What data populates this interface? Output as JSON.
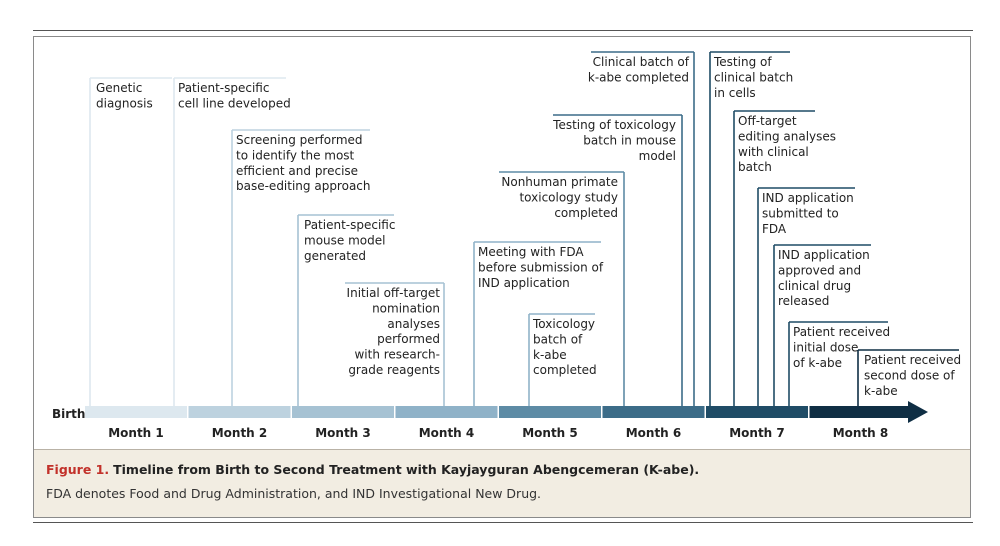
{
  "diagram": {
    "start_label": "Birth",
    "months": [
      "Month 1",
      "Month 2",
      "Month 3",
      "Month 4",
      "Month 5",
      "Month 6",
      "Month 7",
      "Month 8"
    ],
    "month_colors": [
      "#dde8ef",
      "#bdd2df",
      "#a6c2d3",
      "#8fb2c8",
      "#5d8ba5",
      "#3c6c88",
      "#1f4c66",
      "#0f2e44"
    ],
    "events": [
      {
        "id": "genetic-diagnosis",
        "lines": [
          "Genetic",
          "diagnosis"
        ],
        "color": "#dde8ef"
      },
      {
        "id": "cell-line",
        "lines": [
          "Patient-specific",
          "cell line developed"
        ],
        "color": "#dde8ef"
      },
      {
        "id": "screening",
        "lines": [
          "Screening performed",
          "to identify the most",
          "efficient and precise",
          "base-editing approach"
        ],
        "color": "#bdd2df"
      },
      {
        "id": "mouse-model",
        "lines": [
          "Patient-specific",
          "mouse model",
          "generated"
        ],
        "color": "#a6c2d3"
      },
      {
        "id": "off-target-nomination",
        "lines": [
          "Initial off-target",
          "nomination",
          "analyses",
          "performed",
          "with research-",
          "grade reagents"
        ],
        "color": "#a6c2d3"
      },
      {
        "id": "fda-meeting",
        "lines": [
          "Meeting with FDA",
          "before submission of",
          "IND application"
        ],
        "color": "#8fb2c8"
      },
      {
        "id": "toxicology-batch",
        "lines": [
          "Toxicology",
          "batch of",
          "k-abe",
          "completed"
        ],
        "color": "#8fb2c8"
      },
      {
        "id": "nhp-study",
        "lines": [
          "Nonhuman primate",
          "toxicology study",
          "completed"
        ],
        "color": "#5d8ba5"
      },
      {
        "id": "mouse-tox-testing",
        "lines": [
          "Testing of toxicology",
          "batch in mouse",
          "model"
        ],
        "color": "#3c6c88"
      },
      {
        "id": "clinical-batch",
        "lines": [
          "Clinical batch of",
          "k-abe completed"
        ],
        "color": "#3c6c88"
      },
      {
        "id": "clinical-batch-testing",
        "lines": [
          "Testing of",
          "clinical batch",
          "in cells"
        ],
        "color": "#1f4c66"
      },
      {
        "id": "off-target-clinical",
        "lines": [
          "Off-target",
          "editing analyses",
          "with clinical",
          "batch"
        ],
        "color": "#1f4c66"
      },
      {
        "id": "ind-submitted",
        "lines": [
          "IND application",
          "submitted to",
          "FDA"
        ],
        "color": "#1f4c66"
      },
      {
        "id": "ind-approved",
        "lines": [
          "IND application",
          "approved and",
          "clinical drug",
          "released"
        ],
        "color": "#1f4c66"
      },
      {
        "id": "initial-dose",
        "lines": [
          "Patient received",
          "initial dose",
          "of k-abe"
        ],
        "color": "#1f4c66"
      },
      {
        "id": "second-dose",
        "lines": [
          "Patient received",
          "second dose of",
          "k-abe"
        ],
        "color": "#0f2e44"
      }
    ]
  },
  "caption": {
    "label": "Figure 1.",
    "title": "Timeline from Birth to Second Treatment with Kayjayguran Abengcemeran (K-abe).",
    "note": "FDA denotes Food and Drug Administration, and IND Investigational New Drug."
  }
}
